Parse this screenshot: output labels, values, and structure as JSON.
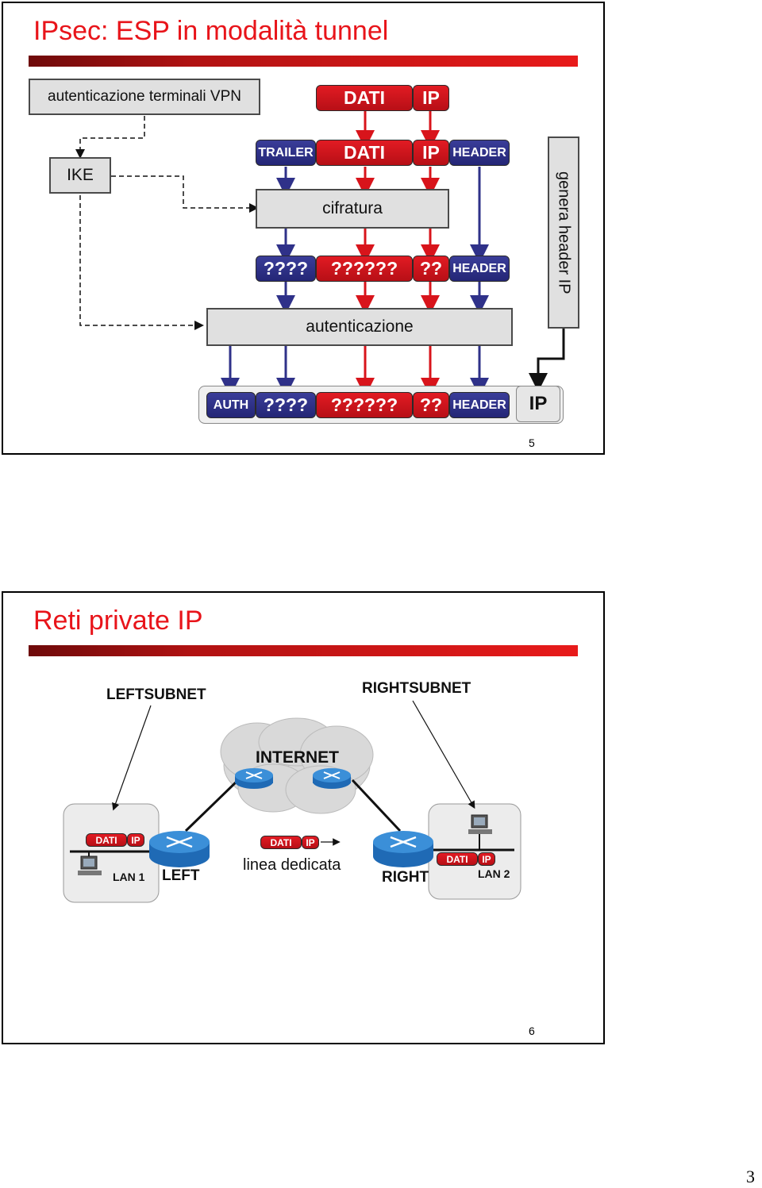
{
  "slide1": {
    "title": "IPsec: ESP in modalità tunnel",
    "auth_terminals_label": "autenticazione terminali VPN",
    "ike_label": "IKE",
    "top_packet": {
      "data": "DATI",
      "ip": "IP"
    },
    "row2": {
      "trailer": "TRAILER",
      "data": "DATI",
      "ip": "IP",
      "header": "HEADER"
    },
    "cifratura_label": "cifratura",
    "row3": {
      "q4": "????",
      "q6": "??????",
      "q2": "??",
      "header": "HEADER"
    },
    "autenticazione_label": "autenticazione",
    "genera_label": "genera header IP",
    "final_packet": {
      "auth": "AUTH",
      "q4": "????",
      "q6": "??????",
      "q2": "??",
      "header": "HEADER",
      "ip": "IP"
    },
    "page_number": "5"
  },
  "slide2": {
    "title": "Reti private IP",
    "leftsubnet": "LEFTSUBNET",
    "rightsubnet": "RIGHTSUBNET",
    "internet": "INTERNET",
    "lan1": "LAN 1",
    "lan2": "LAN 2",
    "left": "LEFT",
    "right": "RIGHT",
    "linea": "linea dedicata",
    "packet_data": "DATI",
    "packet_ip": "IP",
    "page_number": "6"
  },
  "footer_page": "3",
  "colors": {
    "red": "#d8141b",
    "blue": "#2f3189",
    "gray": "#e0e0e0"
  }
}
